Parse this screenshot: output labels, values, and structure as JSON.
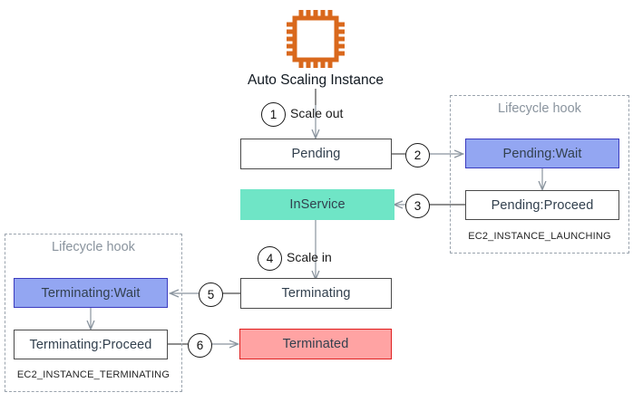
{
  "diagram": {
    "title": "Auto Scaling Instance",
    "icon": "chip-icon",
    "accent_orange": "#d9681c",
    "colors": {
      "wait_blue_fill": "#93a6f2",
      "wait_blue_border": "#3b3bbf",
      "inservice_teal": "#6fe5c6",
      "terminated_red_fill": "#ffa3a3",
      "terminated_red_border": "#e02020",
      "plain_border": "#4a4a4a",
      "hook_dashed": "#9aa3ad",
      "hook_title": "#8a949e",
      "text": "#32404e"
    },
    "states": {
      "pending": "Pending",
      "inservice": "InService",
      "terminating": "Terminating",
      "terminated": "Terminated",
      "pending_wait": "Pending:Wait",
      "pending_proceed": "Pending:Proceed",
      "terminating_wait": "Terminating:Wait",
      "terminating_proceed": "Terminating:Proceed"
    },
    "hooks": [
      {
        "id": "launch-hook",
        "title": "Lifecycle hook",
        "caption": "EC2_INSTANCE_LAUNCHING",
        "wait_state": "Pending:Wait",
        "proceed_state": "Pending:Proceed"
      },
      {
        "id": "terminate-hook",
        "title": "Lifecycle hook",
        "caption": "EC2_INSTANCE_TERMINATING",
        "wait_state": "Terminating:Wait",
        "proceed_state": "Terminating:Proceed"
      }
    ],
    "steps": [
      {
        "number": "1",
        "label": "Scale out",
        "from": "Auto Scaling Instance",
        "to": "Pending"
      },
      {
        "number": "2",
        "label": "",
        "from": "Pending",
        "to": "Pending:Wait"
      },
      {
        "number": "3",
        "label": "",
        "from": "Pending:Proceed",
        "to": "InService"
      },
      {
        "number": "4",
        "label": "Scale in",
        "from": "InService",
        "to": "Terminating"
      },
      {
        "number": "5",
        "label": "",
        "from": "Terminating",
        "to": "Terminating:Wait"
      },
      {
        "number": "6",
        "label": "",
        "from": "Terminating:Proceed",
        "to": "Terminated"
      }
    ]
  }
}
